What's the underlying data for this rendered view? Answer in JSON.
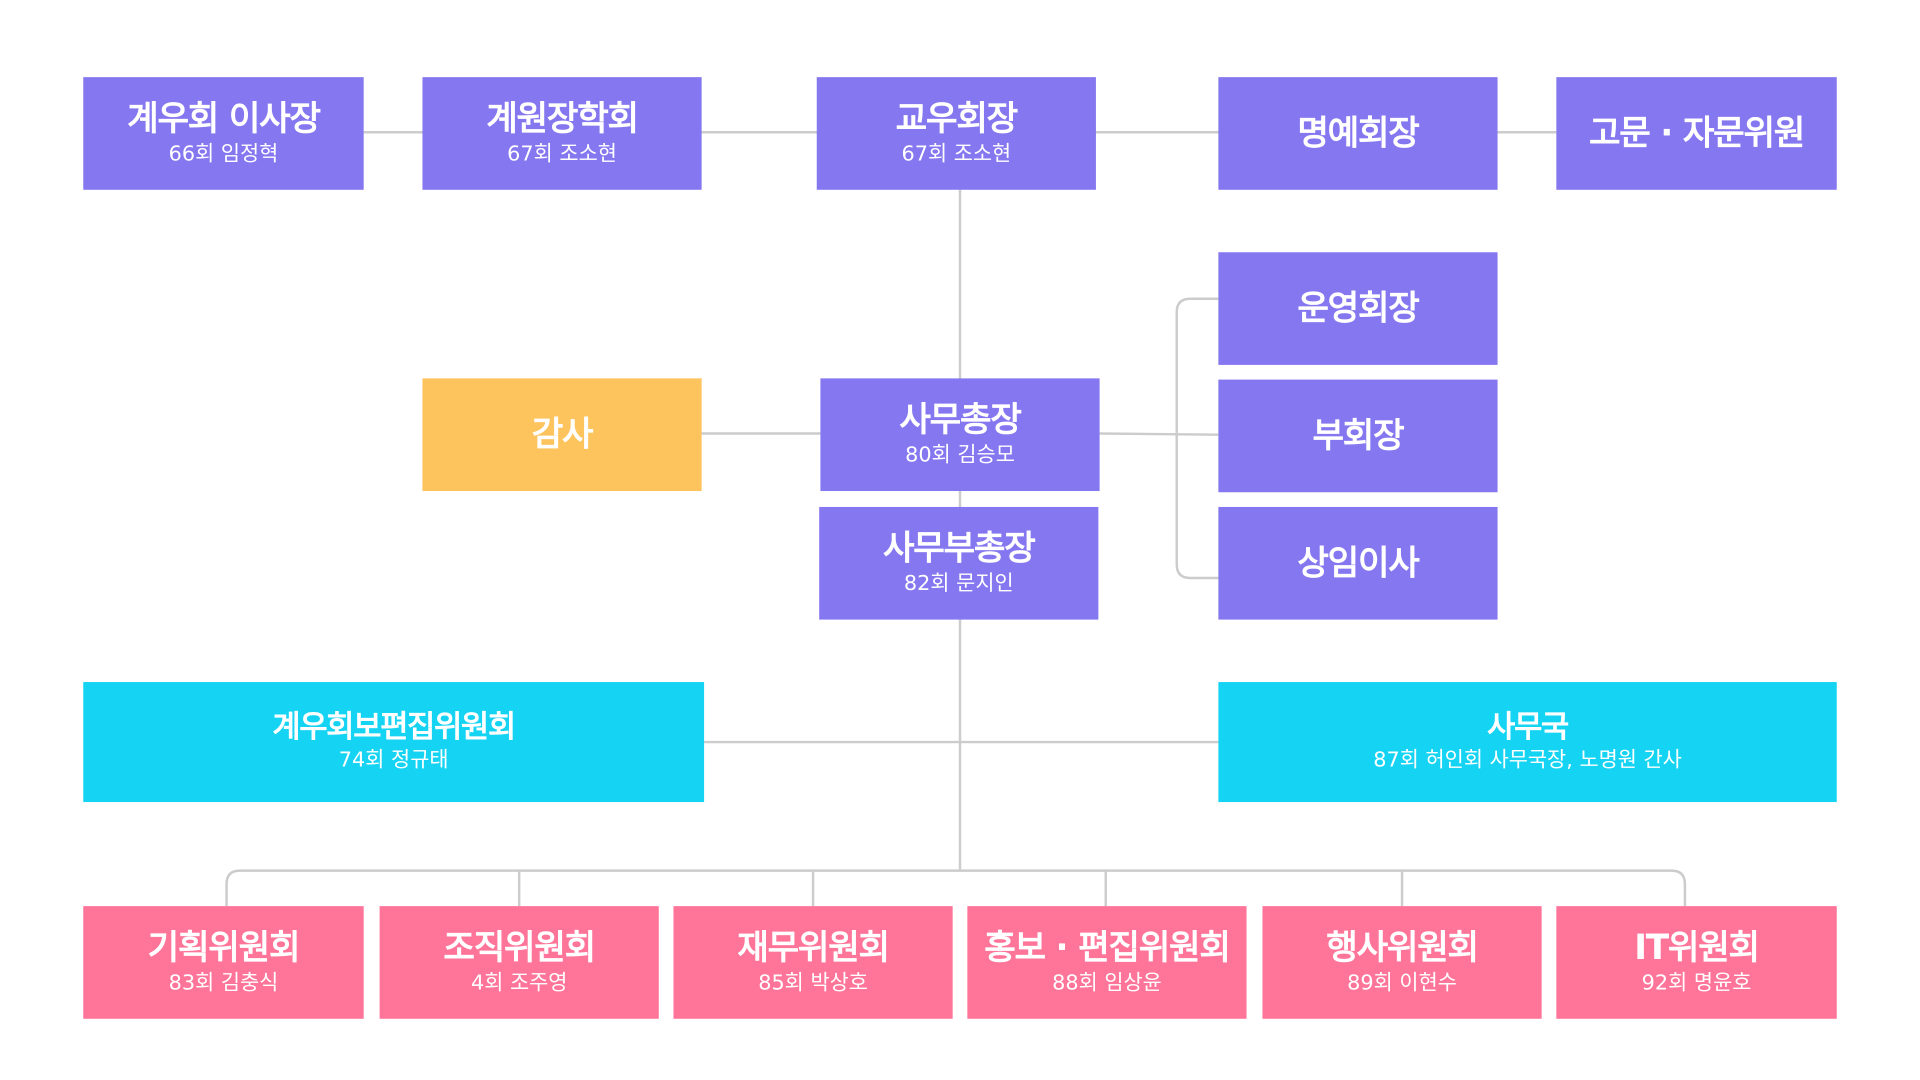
{
  "colors": {
    "primary": "#8577F0",
    "audit": "#FDC35C",
    "committee_top": "#15D4F3",
    "committee": "#FF7499",
    "line": "#CCCCCC"
  },
  "top": [
    {
      "title": "계우회 이사장",
      "sub": "66회 임정혁"
    },
    {
      "title": "계원장학회",
      "sub": "67회 조소현"
    },
    {
      "title": "교우회장",
      "sub": "67회 조소현"
    },
    {
      "title": "명예회장"
    },
    {
      "title": "고문 · 자문위원"
    }
  ],
  "right": [
    {
      "title": "운영회장"
    },
    {
      "title": "부회장"
    },
    {
      "title": "상임이사"
    }
  ],
  "audit": {
    "title": "감사"
  },
  "secretary_general": {
    "title": "사무총장",
    "sub": "80회 김승모"
  },
  "deputy_secretary_general": {
    "title": "사무부총장",
    "sub": "82회 문지인"
  },
  "newsletter": {
    "title": "계우회보편집위원회",
    "sub": "74회 정규태"
  },
  "office": {
    "title": "사무국",
    "sub": "87회 허인회 사무국장, 노명원 간사"
  },
  "committees": [
    {
      "title": "기획위원회",
      "sub": "83회 김충식"
    },
    {
      "title": "조직위원회",
      "sub": "4회 조주영"
    },
    {
      "title": "재무위원회",
      "sub": "85회 박상호"
    },
    {
      "title": "홍보 · 편집위원회",
      "sub": "88회 임상윤"
    },
    {
      "title": "행사위원회",
      "sub": "89회 이현수"
    },
    {
      "title": "IT위원회",
      "sub": "92회 명윤호"
    }
  ]
}
